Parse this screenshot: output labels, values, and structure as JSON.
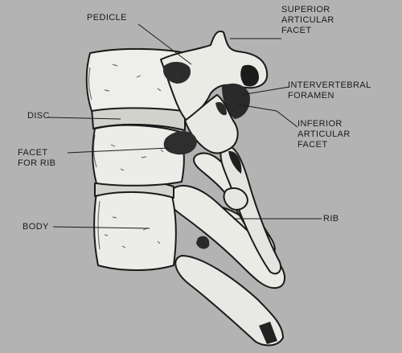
{
  "colors": {
    "background": "#b3b3b3",
    "ink": "#1a1a1a",
    "bone": "#ebebe6"
  },
  "labels": {
    "pedicle": "PEDICLE",
    "superior_articular_facet": [
      "SUPERIOR",
      "ARTICULAR",
      "FACET"
    ],
    "intervertebral_foramen": [
      "INTERVERTEBRAL",
      "FORAMEN"
    ],
    "disc": "DISC",
    "inferior_articular_facet": [
      "INFERIOR",
      "ARTICULAR",
      "FACET"
    ],
    "facet_for_rib": [
      "FACET",
      "FOR RIB"
    ],
    "rib": "RIB",
    "body": "BODY"
  }
}
